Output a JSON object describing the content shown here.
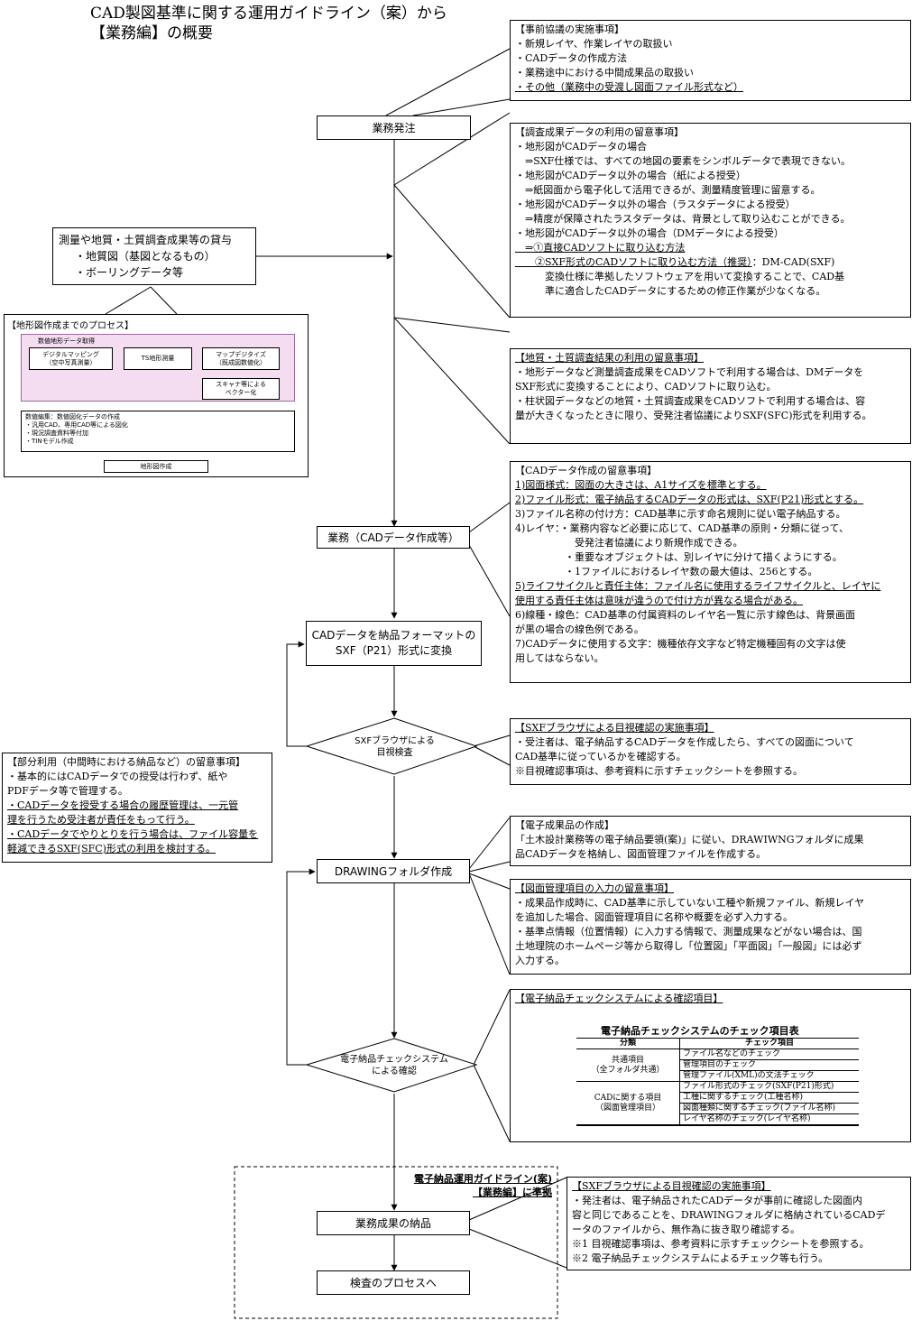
{
  "header": {
    "line1": "CAD製図基準に関する運用ガイドライン（案）から",
    "line2": "【業務編】の概要"
  },
  "flow": {
    "order": "業務発注",
    "survey": [
      "測量や地質・土質調査成果等の貸与",
      "・地質図（基図となるもの）",
      "・ボーリングデータ等"
    ],
    "work": "業務（CADデータ作成等）",
    "convert": [
      "CADデータを納品フォーマットの",
      "SXF（P21）形式に変換"
    ],
    "visual_check": [
      "SXFブラウザによる",
      "目視検査"
    ],
    "drawing": "DRAWINGフォルダ作成",
    "system_check": [
      "電子納品チェックシステム",
      "による確認"
    ],
    "guideline": [
      "電子納品運用ガイドライン(案)",
      "【業務編】に準拠"
    ],
    "deliver": "業務成果の納品",
    "inspection": "検査のプロセスへ"
  },
  "process": {
    "title": "【地形図作成までのプロセス】",
    "acquire": "数値地形データ取得",
    "digital": [
      "デジタルマッピング",
      "（空中写真測量）"
    ],
    "ts": "TS地形測量",
    "mapdigitize": [
      "マップデジタイズ",
      "（既成図数値化）"
    ],
    "scanner": [
      "スキャナ等による",
      "ベクター化"
    ],
    "edit": [
      "数値編集：数値図化データの作成",
      "・汎用CAD、専用CAD等による図化",
      "・現況調査資料等付加",
      "・TINモデル作成"
    ],
    "result": "地形図作成"
  },
  "notes": {
    "prior": [
      "【事前協議の実施事項】",
      "・新規レイヤ、作業レイヤの取扱い",
      "・CADデータの作成方法",
      "・業務途中における中間成果品の取扱い",
      "・その他（業務中の受渡し図面ファイル形式など）"
    ],
    "survey_use": [
      "【調査成果データの利用の留意事項】",
      "・地形図がCADデータの場合",
      "　⇒SXF仕様では、すべての地図の要素をシンボルデータで表現できない。",
      "・地形図がCADデータ以外の場合（紙による授受）",
      "　⇒紙図面から電子化して活用できるが、測量精度管理に留意する。",
      "・地形図がCADデータ以外の場合（ラスタデータによる授受）",
      "　⇒精度が保障されたラスタデータは、背景として取り込むことができる。",
      "・地形図がCADデータ以外の場合（DMデータによる授受）",
      "　⇒①直接CADソフトに取り込む方法",
      "　　②SXF形式のCADソフトに取り込む方法（推奨）",
      "：DM-CAD(SXF)",
      "　　　変換仕様に準拠したソフトウェアを用いて変換することで、CAD基",
      "　　　準に適合したCADデータにするための修正作業が少なくなる。"
    ],
    "geo": [
      "【地質・土質調査結果の利用の留意事項】",
      "・地形データなど測量調査成果をCADソフトで利用する場合は、DMデータを",
      "SXF形式に変換することにより、CADソフトに取り込む。",
      "・柱状図データなどの地質・土質調査成果をCADソフトで利用する場合は、容",
      "量が大きくなったときに限り、受発注者協議によりSXF(SFC)形式を利用する。"
    ],
    "cad": [
      "【CADデータ作成の留意事項】",
      "1)図面様式：図面の大きさは、A1サイズを標準とする。",
      "2)ファイル形式：電子納品するCADデータの形式は、SXF(P21)形式とする。",
      "3)ファイル名称の付け方：CAD基準に示す命名規則に従い電子納品する。",
      "4)レイヤ：・業務内容など必要に応じて、CAD基準の原則・分類に従って、",
      "　　　　　　受発注者協議により新規作成できる。",
      "　　　　　・重要なオブジェクトは、別レイヤに分けて描くようにする。",
      "　　　　　・1ファイルにおけるレイヤ数の最大値は、256とする。",
      "5)ライフサイクルと責任主体：ファイル名に使用するライフサイクルと、レイヤに",
      "使用する責任主体は意味が違うので付け方が異なる場合がある。",
      "6)線種・線色：CAD基準の付属資料のレイヤ名一覧に示す線色は、背景画面",
      "が黒の場合の線色例である。",
      "7)CADデータに使用する文字：機種依存文字など特定機種固有の文字は使",
      "用してはならない。"
    ],
    "browser": [
      "【SXFブラウザによる目視確認の実施事項】",
      "・受注者は、電子納品するCADデータを作成したら、すべての図面について",
      "CAD基準に従っているかを確認する。",
      "※目視確認事項は、参考資料に示すチェックシートを参照する。"
    ],
    "partial": [
      "【部分利用（中間時における納品など）の留意事項】",
      "・基本的にはCADデータでの授受は行わず、紙や",
      "PDFデータ等で管理する。",
      "・CADデータを授受する場合の履歴管理は、一元管",
      "理を行うため受注者が責任をもって行う。",
      "・CADデータでやりとりを行う場合は、ファイル容量を",
      "軽減できるSXF(SFC)形式の利用を検討する。"
    ],
    "product": [
      "【電子成果品の作成】",
      "「土木設計業務等の電子納品要領(案)」に従い、DRAWIWNGフォルダに成果",
      "品CADデータを格納し、図面管理ファイルを作成する。"
    ],
    "mgmt": [
      "【図面管理項目の入力の留意事項】",
      "・成果品作成時に、CAD基準に示していない工種や新規ファイル、新規レイヤ",
      "を追加した場合、図面管理項目に名称や概要を必ず入力する。",
      "・基準点情報（位置情報）に入力する情報で、測量成果などがない場合は、国",
      "土地理院のホームページ等から取得し「位置図」「平面図」「一般図」には必ず",
      "入力する。"
    ],
    "syscheck_title": "【電子納品チェックシステムによる確認項目】",
    "final": [
      "【SXFブラウザによる目視確認の実施事項】",
      "・発注者は、電子納品されたCADデータが事前に確認した図面内",
      "容と同じであることを、DRAWINGフォルダに格納されているCADデ",
      "ータのファイルから、無作為に抜き取り確認する。",
      "※1 目視確認事項は、参考資料に示すチェックシートを参照する。",
      "※2 電子納品チェックシステムによるチェック等も行う。"
    ]
  },
  "check_table": {
    "title": "電子納品チェックシステムのチェック項目表",
    "headers": [
      "分類",
      "チェック項目"
    ],
    "groups": [
      {
        "category": [
          "共通項目",
          "（全フォルダ共通）"
        ],
        "items": [
          "ファイル名などのチェック",
          "管理項目のチェック",
          "管理ファイル(XML)の文法チェック"
        ]
      },
      {
        "category": [
          "CADに関する項目",
          "（図面管理項目）"
        ],
        "items": [
          "ファイル形式のチェック(SXF(P21)形式)",
          "工種に関するチェック(工種名称)",
          "図面種類に関するチェック(ファイル名称)",
          "レイヤ名称のチェック(レイヤ名称)"
        ]
      }
    ]
  }
}
